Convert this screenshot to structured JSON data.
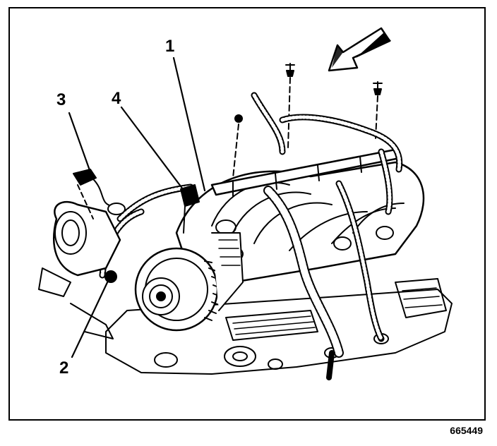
{
  "callouts": {
    "c1": "1",
    "c2": "2",
    "c3": "3",
    "c4": "4"
  },
  "figure_id": "665449",
  "colors": {
    "line": "#000000",
    "paper": "#ffffff"
  }
}
